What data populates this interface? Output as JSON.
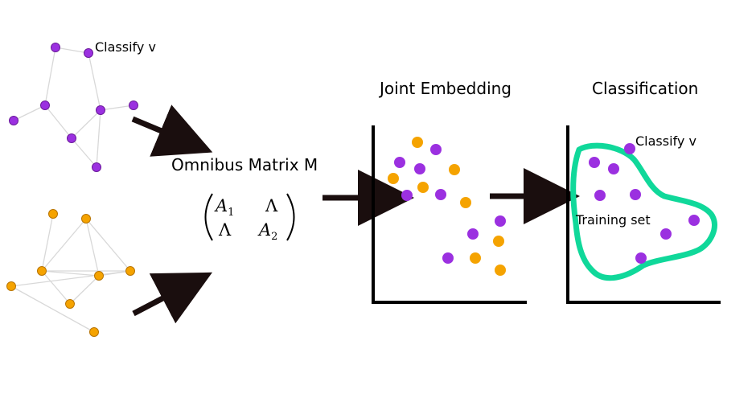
{
  "labels": {
    "classify_v_graph": "Classify v",
    "omnibus_title": "Omnibus Matrix M",
    "joint_embedding": "Joint Embedding",
    "classification": "Classification",
    "classify_v_panel": "Classify v",
    "training_set": "Training set"
  },
  "matrix": {
    "a11": "A",
    "a11_sub": "1",
    "a12": "Λ",
    "a21": "Λ",
    "a22": "A",
    "a22_sub": "2"
  },
  "colors": {
    "purple": "#9b30e0",
    "purple_stroke": "#6a1a9a",
    "orange": "#f5a300",
    "orange_stroke": "#b87400",
    "edge": "#d8d8d8",
    "arrow": "#1a0e0e",
    "axis": "#000000",
    "region": "#10d89a"
  }
}
